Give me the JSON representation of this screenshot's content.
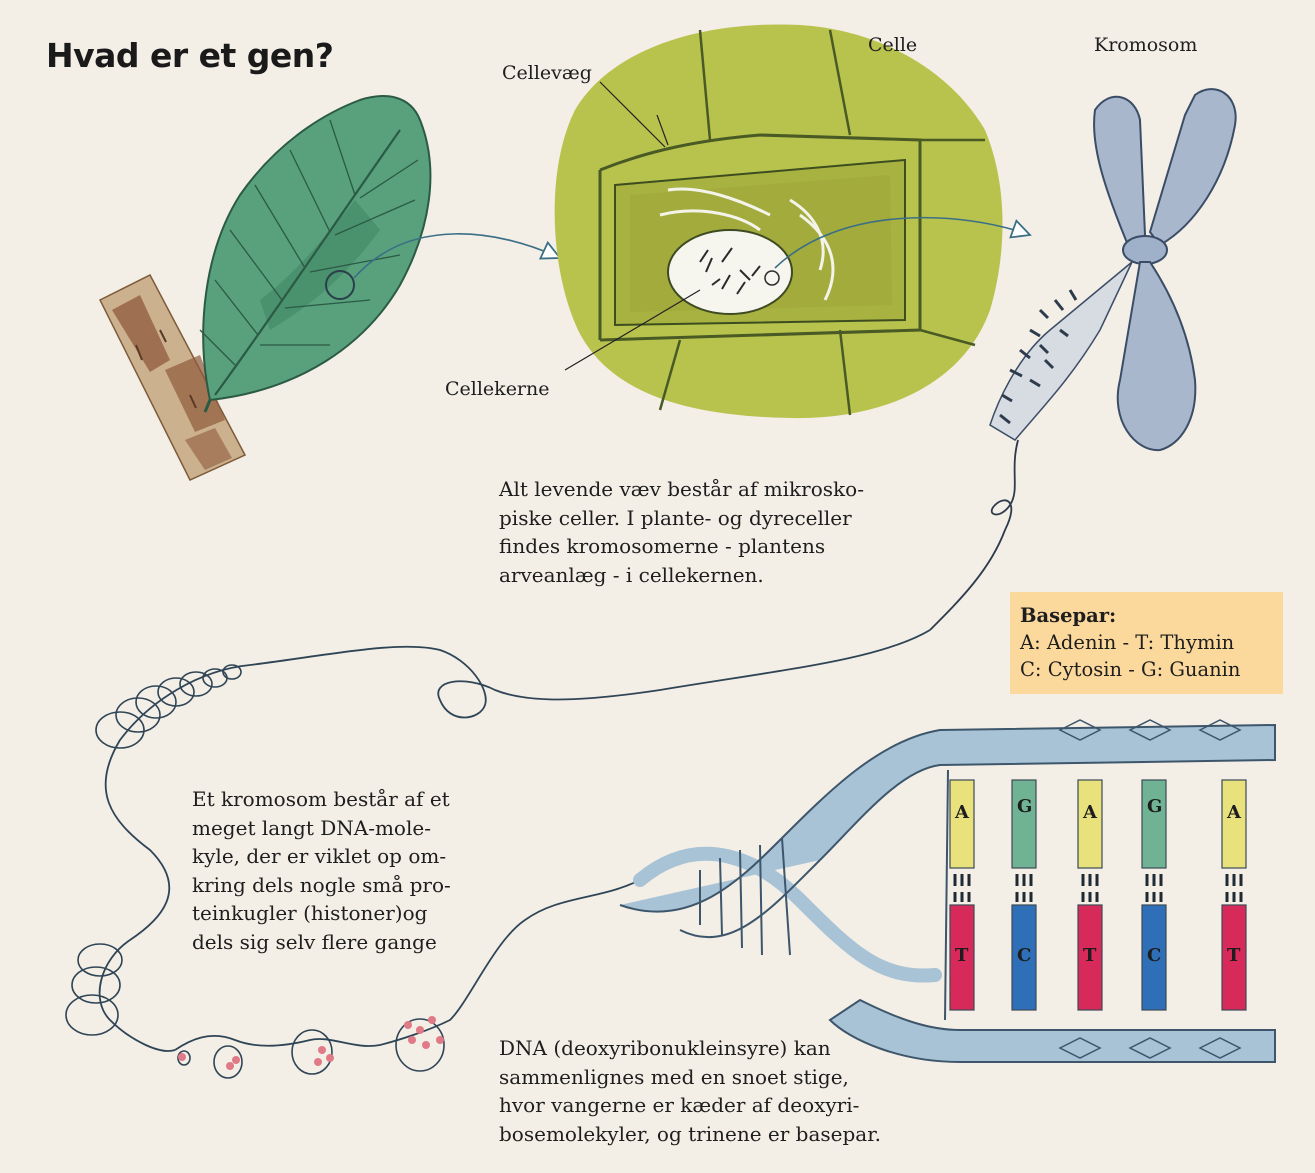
{
  "title": "Hvad er et gen?",
  "labels": {
    "celle": "Celle",
    "kromosom": "Kromosom",
    "cellevaeg": "Cellevæg",
    "cellekerne": "Cellekerne"
  },
  "paragraphs": {
    "cells": "Alt levende væv består af mikrosko-\npiske celler. I plante- og dyreceller\nfindes kromosomerne - plantens\narveanlæg - i cellekernen.",
    "chromosome": "Et kromosom består af et\nmeget langt DNA-mole-\nkyle, der er viklet op om-\nkring dels nogle små pro-\nteinkugler (histoner)og\ndels sig selv flere gange",
    "dna": "DNA (deoxyribonukleinsyre) kan\nsammenlignes med en snoet stige,\nhvor vangerne er kæder af deoxyri-\nbosemolekyler, og trinene er basepar."
  },
  "basepar": {
    "title": "Basepar:",
    "line1": "A: Adenin - T: Thymin",
    "line2": "C: Cytosin - G: Guanin"
  },
  "base_pairs": [
    {
      "top": "A",
      "bottom": "T"
    },
    {
      "top": "G",
      "bottom": "C"
    },
    {
      "top": "A",
      "bottom": "T"
    },
    {
      "top": "G",
      "bottom": "C"
    },
    {
      "top": "A",
      "bottom": "T"
    }
  ],
  "colors": {
    "background": "#f3eee6",
    "leaf": "#4f9e78",
    "cell": "#b6c24a",
    "chromosome": "#9fb1c8",
    "backbone": "#a9c3d6",
    "adenine": "#e9e27c",
    "thymine": "#d72a5b",
    "guanine": "#6fb394",
    "cytosine": "#2f6fb8",
    "basepar_box": "#fbd89c"
  }
}
